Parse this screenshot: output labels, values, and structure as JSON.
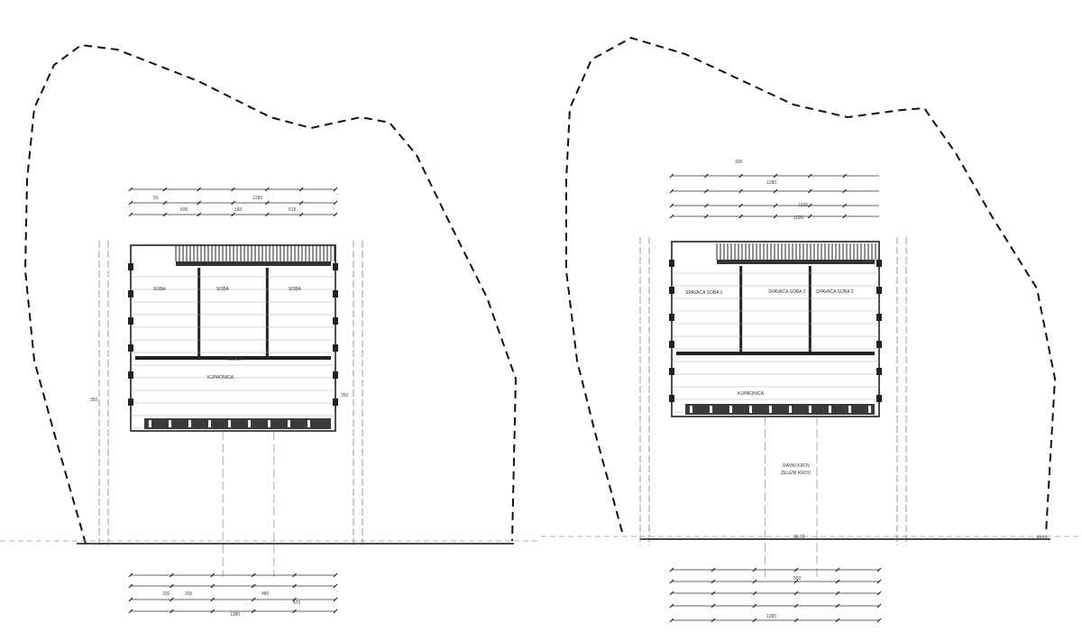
{
  "drawing": {
    "left_plan": {
      "rooms": [
        "SOBA",
        "SOBA",
        "SOBA",
        "KUPAONICA",
        "HODNIK"
      ],
      "dimensions_top": [
        "1280",
        "50",
        "605",
        "160",
        "615"
      ],
      "dimensions_side": [
        "350",
        "350"
      ],
      "dimensions_bottom": [
        "200",
        "200",
        "480",
        "470",
        "1280"
      ]
    },
    "right_plan": {
      "rooms": [
        "SPAVAĆA SOBA 1",
        "SPAVAĆA SOBA 2",
        "SPAVAĆA SOBA 3",
        "KUPAONICA",
        "RAVNI KROV",
        "ZELENI KROV"
      ],
      "dimensions_top": [
        "309",
        "1280",
        "1025",
        "1026"
      ],
      "dimensions_bottom": [
        "550",
        "1280"
      ],
      "ground_labels": [
        "96.00",
        "teren"
      ]
    }
  }
}
